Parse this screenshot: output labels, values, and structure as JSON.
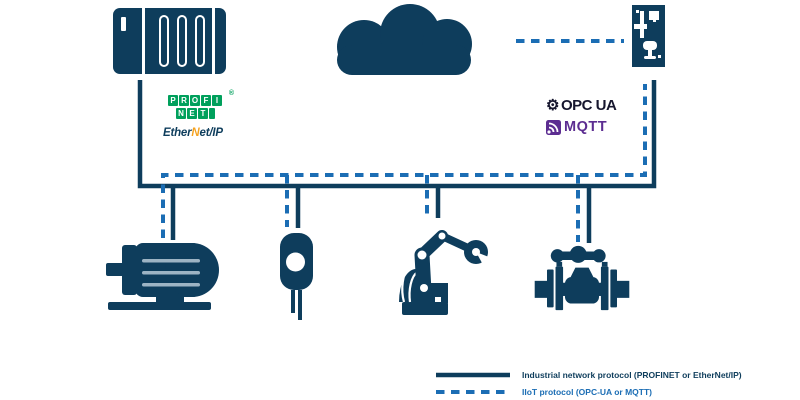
{
  "colors": {
    "navy": "#0e3d5c",
    "blue": "#1b6db4",
    "vent": "#9db4c4",
    "green": "#00a05c",
    "orange": "#f5a21f",
    "opcua": "#16162e",
    "purple": "#5c2d91"
  },
  "icons": {
    "plc": "plc-controller-icon",
    "cloud": "cloud-icon",
    "workstation": "operator-workstation-icon",
    "motor": "electric-motor-icon",
    "sensor": "proximity-sensor-icon",
    "robot": "robot-arm-icon",
    "valve": "industrial-valve-icon",
    "opc_ua_glyph": "⚙",
    "mqtt_glyph": "signal-arcs-icon"
  },
  "logos": {
    "profinet": {
      "line1": "PROFI",
      "line2": "NET",
      "registered": "®"
    },
    "ethernet_ip": {
      "pre": "Ether",
      "accent": "N",
      "post": "et/IP"
    },
    "opc_ua": {
      "text": "OPC UA"
    },
    "mqtt": {
      "text": "MQTT"
    }
  },
  "legend": {
    "items": [
      {
        "style": "solid",
        "label": "Industrial network protocol (PROFINET or EtherNet/IP)"
      },
      {
        "style": "dashed",
        "label": "IIoT protocol (OPC-UA or MQTT)"
      }
    ]
  }
}
